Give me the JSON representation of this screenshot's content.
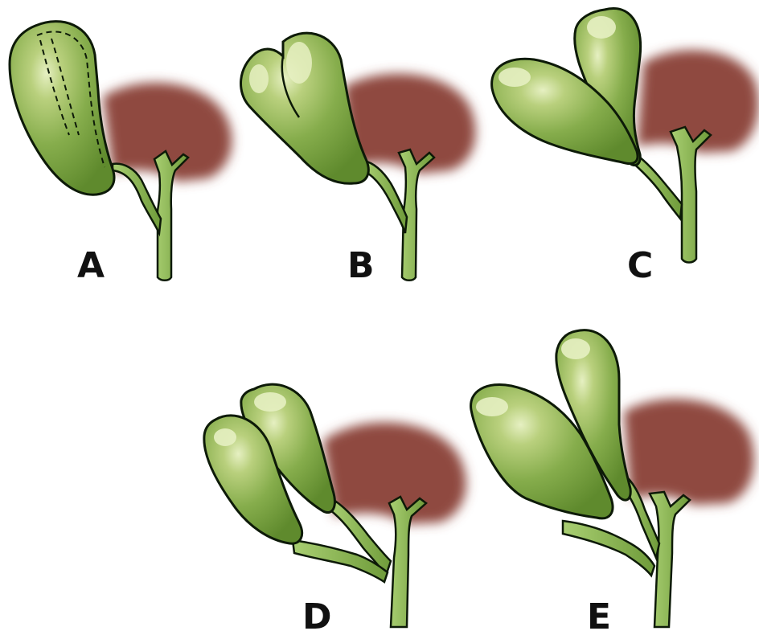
{
  "figure": {
    "panels": [
      {
        "label": "A",
        "variant": "septate gallbladder (single organ with internal septum)"
      },
      {
        "label": "B",
        "variant": "bilobed gallbladder (V-shaped, single cystic duct)"
      },
      {
        "label": "C",
        "variant": "Y-shaped duplicated gallbladder (two lobes joining a common cystic duct)"
      },
      {
        "label": "D",
        "variant": "duplicated gallbladder with two separate cystic ducts"
      },
      {
        "label": "E",
        "variant": "duplicated gallbladder with separate cystic ducts joining the bile duct"
      }
    ]
  },
  "colors": {
    "gallbladder_fill": "#86ad4c",
    "gallbladder_highlight": "#e6f0c2",
    "gallbladder_shadow": "#5f8a2d",
    "outline": "#0d1a08",
    "liver": "#8f4a3f",
    "duct": "#8fbf5a",
    "background": "#ffffff"
  }
}
